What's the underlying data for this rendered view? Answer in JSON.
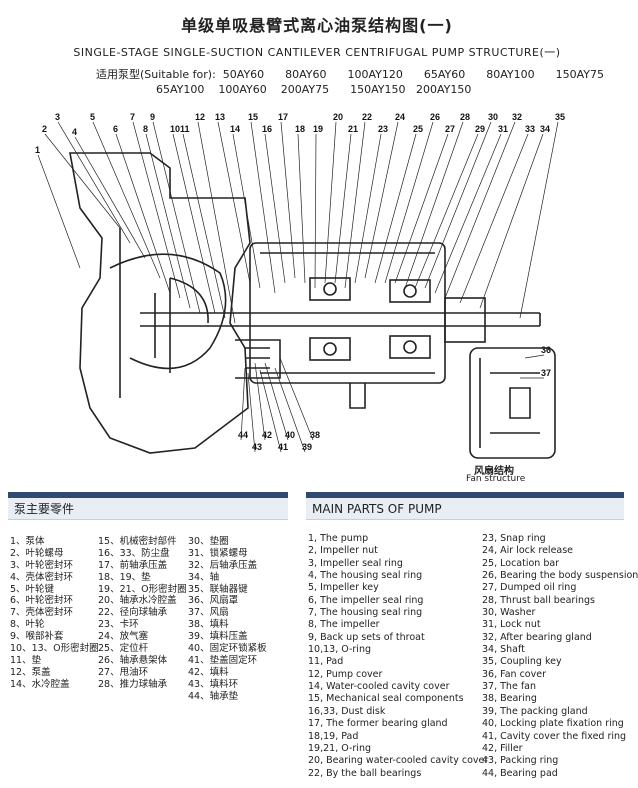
{
  "header": {
    "title_cn": "单级单吸悬臂式离心油泵结构图(一)",
    "title_en": "SINGLE-STAGE SINGLE-SUCTION CANTILEVER CENTRIFUGAL PUMP STRUCTURE(一)",
    "suitable_line1": "适用泵型(Suitable for):  50AY60      80AY60      100AY120      65AY60      80AY100      150AY75",
    "suitable_line2": "65AY100    100AY60    200AY75      150AY150   200AY150"
  },
  "diagram": {
    "callouts_top": [
      "1",
      "2",
      "3",
      "4",
      "5",
      "6",
      "7",
      "8",
      "9",
      "10",
      "11",
      "12",
      "13",
      "14",
      "15",
      "16",
      "17",
      "18",
      "19",
      "20",
      "21",
      "22",
      "23",
      "24",
      "25",
      "26",
      "27",
      "28",
      "29",
      "30",
      "31",
      "32",
      "33",
      "34",
      "35"
    ],
    "callouts_bottom": [
      "44",
      "42",
      "40",
      "38",
      "43",
      "41",
      "39"
    ],
    "callouts_fan": [
      "36",
      "37"
    ],
    "fan_caption_cn": "风扇结构",
    "fan_caption_en": "Fan structure"
  },
  "parts_cn": {
    "heading": "泵主要零件",
    "col1": [
      "1、泵体",
      "2、叶轮螺母",
      "3、叶轮密封环",
      "4、壳体密封环",
      "5、叶轮键",
      "6、叶轮密封环",
      "7、壳体密封环",
      "8、叶轮",
      "9、喉部补套",
      "10、13、O形密封圈",
      "11、垫",
      "12、泵盖",
      "14、水冷腔盖"
    ],
    "col2": [
      "15、机械密封部件",
      "16、33、防尘盘",
      "17、前轴承压盖",
      "18、19、垫",
      "19、21、O形密封圈",
      "20、轴承水冷腔盖",
      "22、径向球轴承",
      "23、卡环",
      "24、放气塞",
      "25、定位杆",
      "26、轴承悬架体",
      "27、甩油环",
      "28、推力球轴承"
    ],
    "col3": [
      "30、垫圈",
      "31、锁紧螺母",
      "32、后轴承压盖",
      "34、轴",
      "35、联轴器键",
      "36、风扇罩",
      "37、风扇",
      "38、填料",
      "39、填料压盖",
      "40、固定环锁紧板",
      "41、垫盖固定环",
      "42、填料",
      "43、填料环",
      "44、轴承垫"
    ]
  },
  "parts_en": {
    "heading": "MAIN PARTS OF PUMP",
    "col1": [
      "1, The pump",
      "2, Impeller nut",
      "3, Impeller seal ring",
      "4, The housing seal ring",
      "5, Impeller key",
      "6, The impeller seal ring",
      "7, The housing seal ring",
      "8, The impeller",
      "9, Back up sets of throat",
      "10,13, O-ring",
      "11, Pad",
      "12, Pump cover",
      "14, Water-cooled cavity cover",
      "15, Mechanical seal components",
      "16,33, Dust disk",
      "17, The former bearing gland",
      "18,19, Pad",
      "19,21, O-ring",
      "20, Bearing water-cooled cavity cover",
      "22, By the ball bearings"
    ],
    "col2": [
      "23, Snap ring",
      "24, Air lock release",
      "25, Location bar",
      "26, Bearing the body suspension",
      "27, Dumped oil ring",
      "28, Thrust ball bearings",
      "30, Washer",
      "31, Lock nut",
      "32, After bearing gland",
      "34, Shaft",
      "35, Coupling key",
      "36, Fan cover",
      "37, The fan",
      "38, Bearing",
      "39, The packing gland",
      "40, Locking plate fixation ring",
      "41, Cavity cover the fixed ring",
      "42, Filler",
      "43, Packing ring",
      "44, Bearing pad"
    ]
  }
}
